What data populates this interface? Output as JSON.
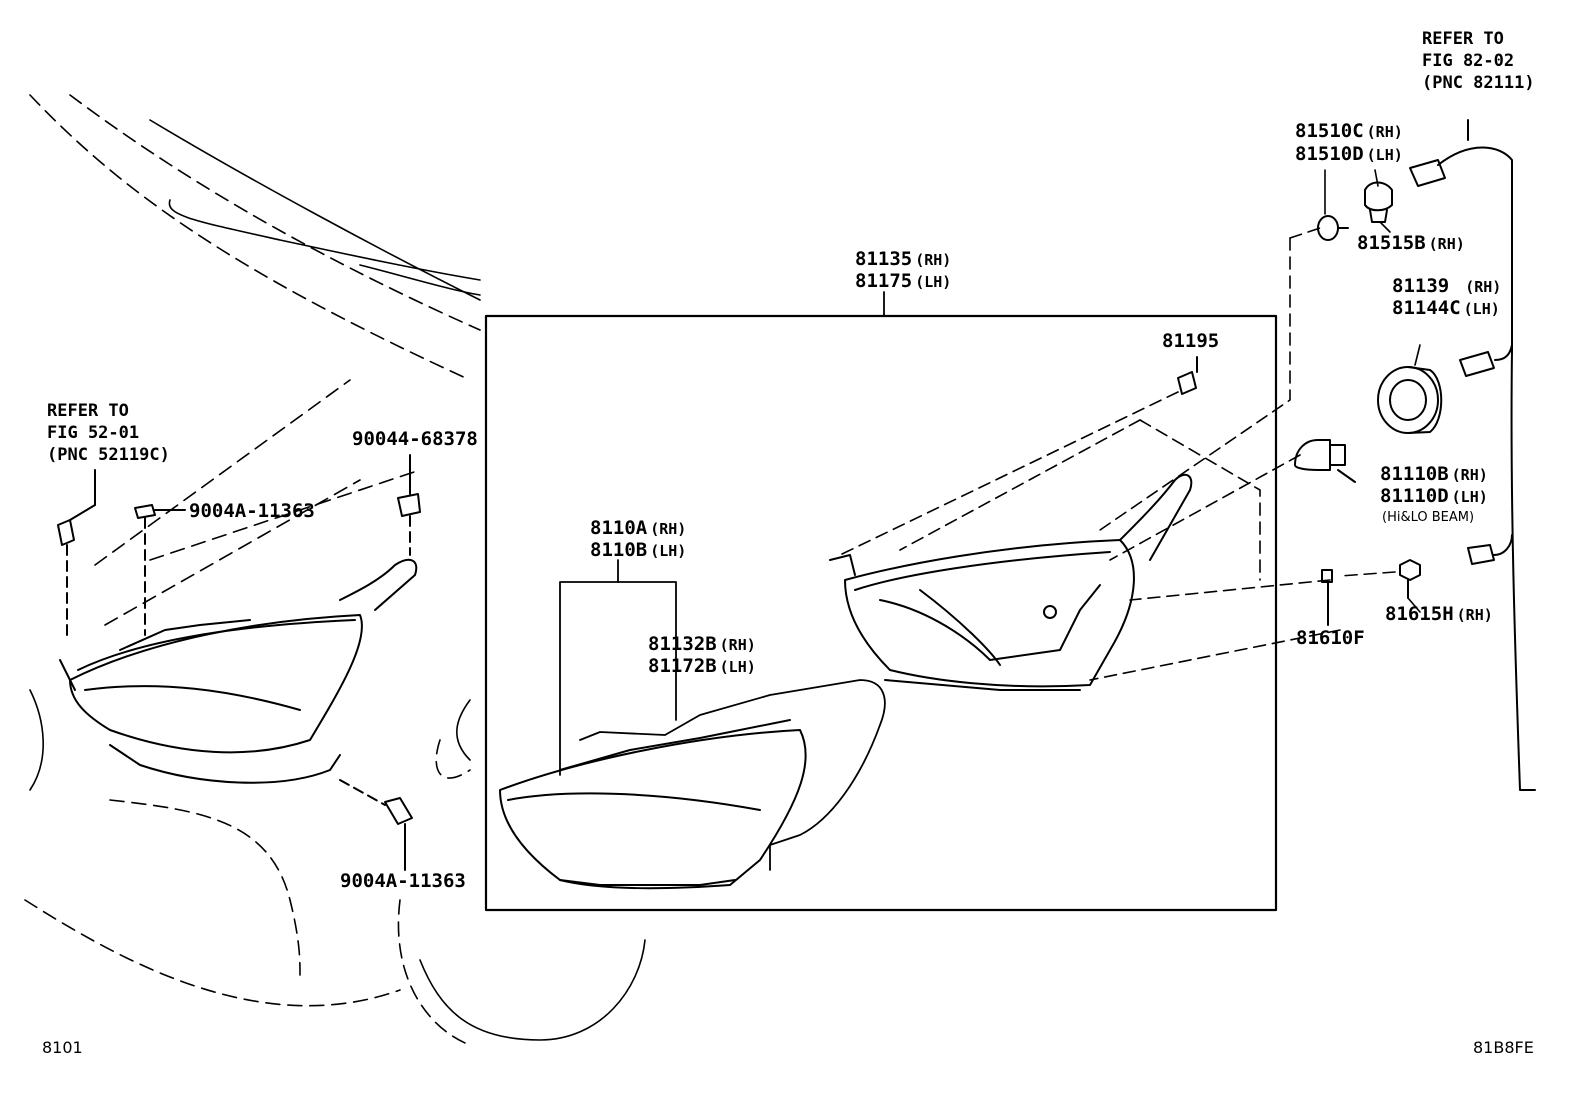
{
  "ref_top_right": {
    "line1": "REFER TO",
    "line2": "FIG 82-02",
    "line3": "(PNC 82111)"
  },
  "ref_left": {
    "line1": "REFER TO",
    "line2": "FIG 52-01",
    "line3": "(PNC 52119C)"
  },
  "labels": {
    "p81510C": {
      "code": "81510C",
      "side": "(RH)"
    },
    "p81510D": {
      "code": "81510D",
      "side": "(LH)"
    },
    "p81515B": {
      "code": "81515B",
      "side": "(RH)"
    },
    "p81135": {
      "code": "81135",
      "side": "(RH)"
    },
    "p81175": {
      "code": "81175",
      "side": "(LH)"
    },
    "p81195": {
      "code": "81195"
    },
    "p81139": {
      "code": "81139",
      "side": "(RH)"
    },
    "p81144C": {
      "code": "81144C",
      "side": "(LH)"
    },
    "p81110B": {
      "code": "81110B",
      "side": "(RH)"
    },
    "p81110D": {
      "code": "81110D",
      "side": "(LH)"
    },
    "beam": "(Hi&LO BEAM)",
    "p81615H": {
      "code": "81615H",
      "side": "(RH)"
    },
    "p81610F": {
      "code": "81610F"
    },
    "p8110A": {
      "code": "8110A",
      "side": "(RH)"
    },
    "p8110B": {
      "code": "8110B",
      "side": "(LH)"
    },
    "p81132B": {
      "code": "81132B",
      "side": "(RH)"
    },
    "p81172B": {
      "code": "81172B",
      "side": "(LH)"
    },
    "p90044": {
      "code": "90044-68378"
    },
    "p9004A_top": {
      "code": "9004A-11363"
    },
    "p9004A_bottom": {
      "code": "9004A-11363"
    }
  },
  "footer": {
    "left": "8101",
    "right": "81B8FE"
  }
}
